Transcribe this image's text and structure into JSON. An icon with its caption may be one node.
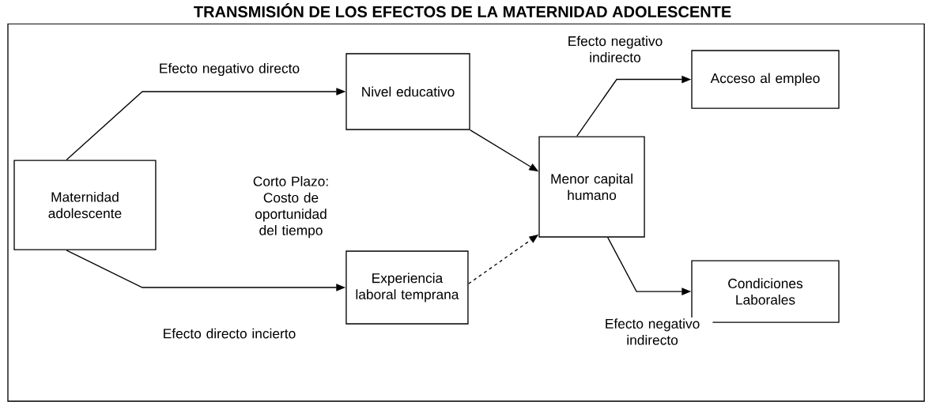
{
  "diagram": {
    "title": "TRANSMISIÓN DE LOS EFECTOS DE LA MATERNIDAD ADOLESCENTE",
    "nodes": [
      {
        "text": [
          "Maternidad adolescente"
        ]
      },
      {
        "text": [
          "Nivel educativo"
        ]
      },
      {
        "text": [
          "Experiencia laboral temprana"
        ]
      },
      {
        "text": [
          "Menor capital humano"
        ]
      },
      {
        "text": [
          "Acceso al empleo"
        ]
      },
      {
        "text": [
          "Condiciones Laborales"
        ]
      }
    ],
    "edges": [
      {
        "from": 0,
        "to": 1,
        "arrow": "to",
        "label": "Efecto negativo directo"
      },
      {
        "from": 0,
        "to": 2,
        "arrow": "to",
        "label": "Efecto directo incierto"
      },
      {
        "from": 1,
        "to": 3,
        "arrow": "to"
      },
      {
        "from": 2,
        "to": 3,
        "arrow": "to",
        "style": "dashed"
      },
      {
        "from": 3,
        "to": 4,
        "arrow": "to",
        "label": "Efecto negativo indirecto"
      },
      {
        "from": 3,
        "to": 5,
        "arrow": "to",
        "label": "Efecto negativo indirecto"
      }
    ],
    "labels": [
      "Corto Plazo: Costo de oportunidad del tiempo"
    ]
  }
}
